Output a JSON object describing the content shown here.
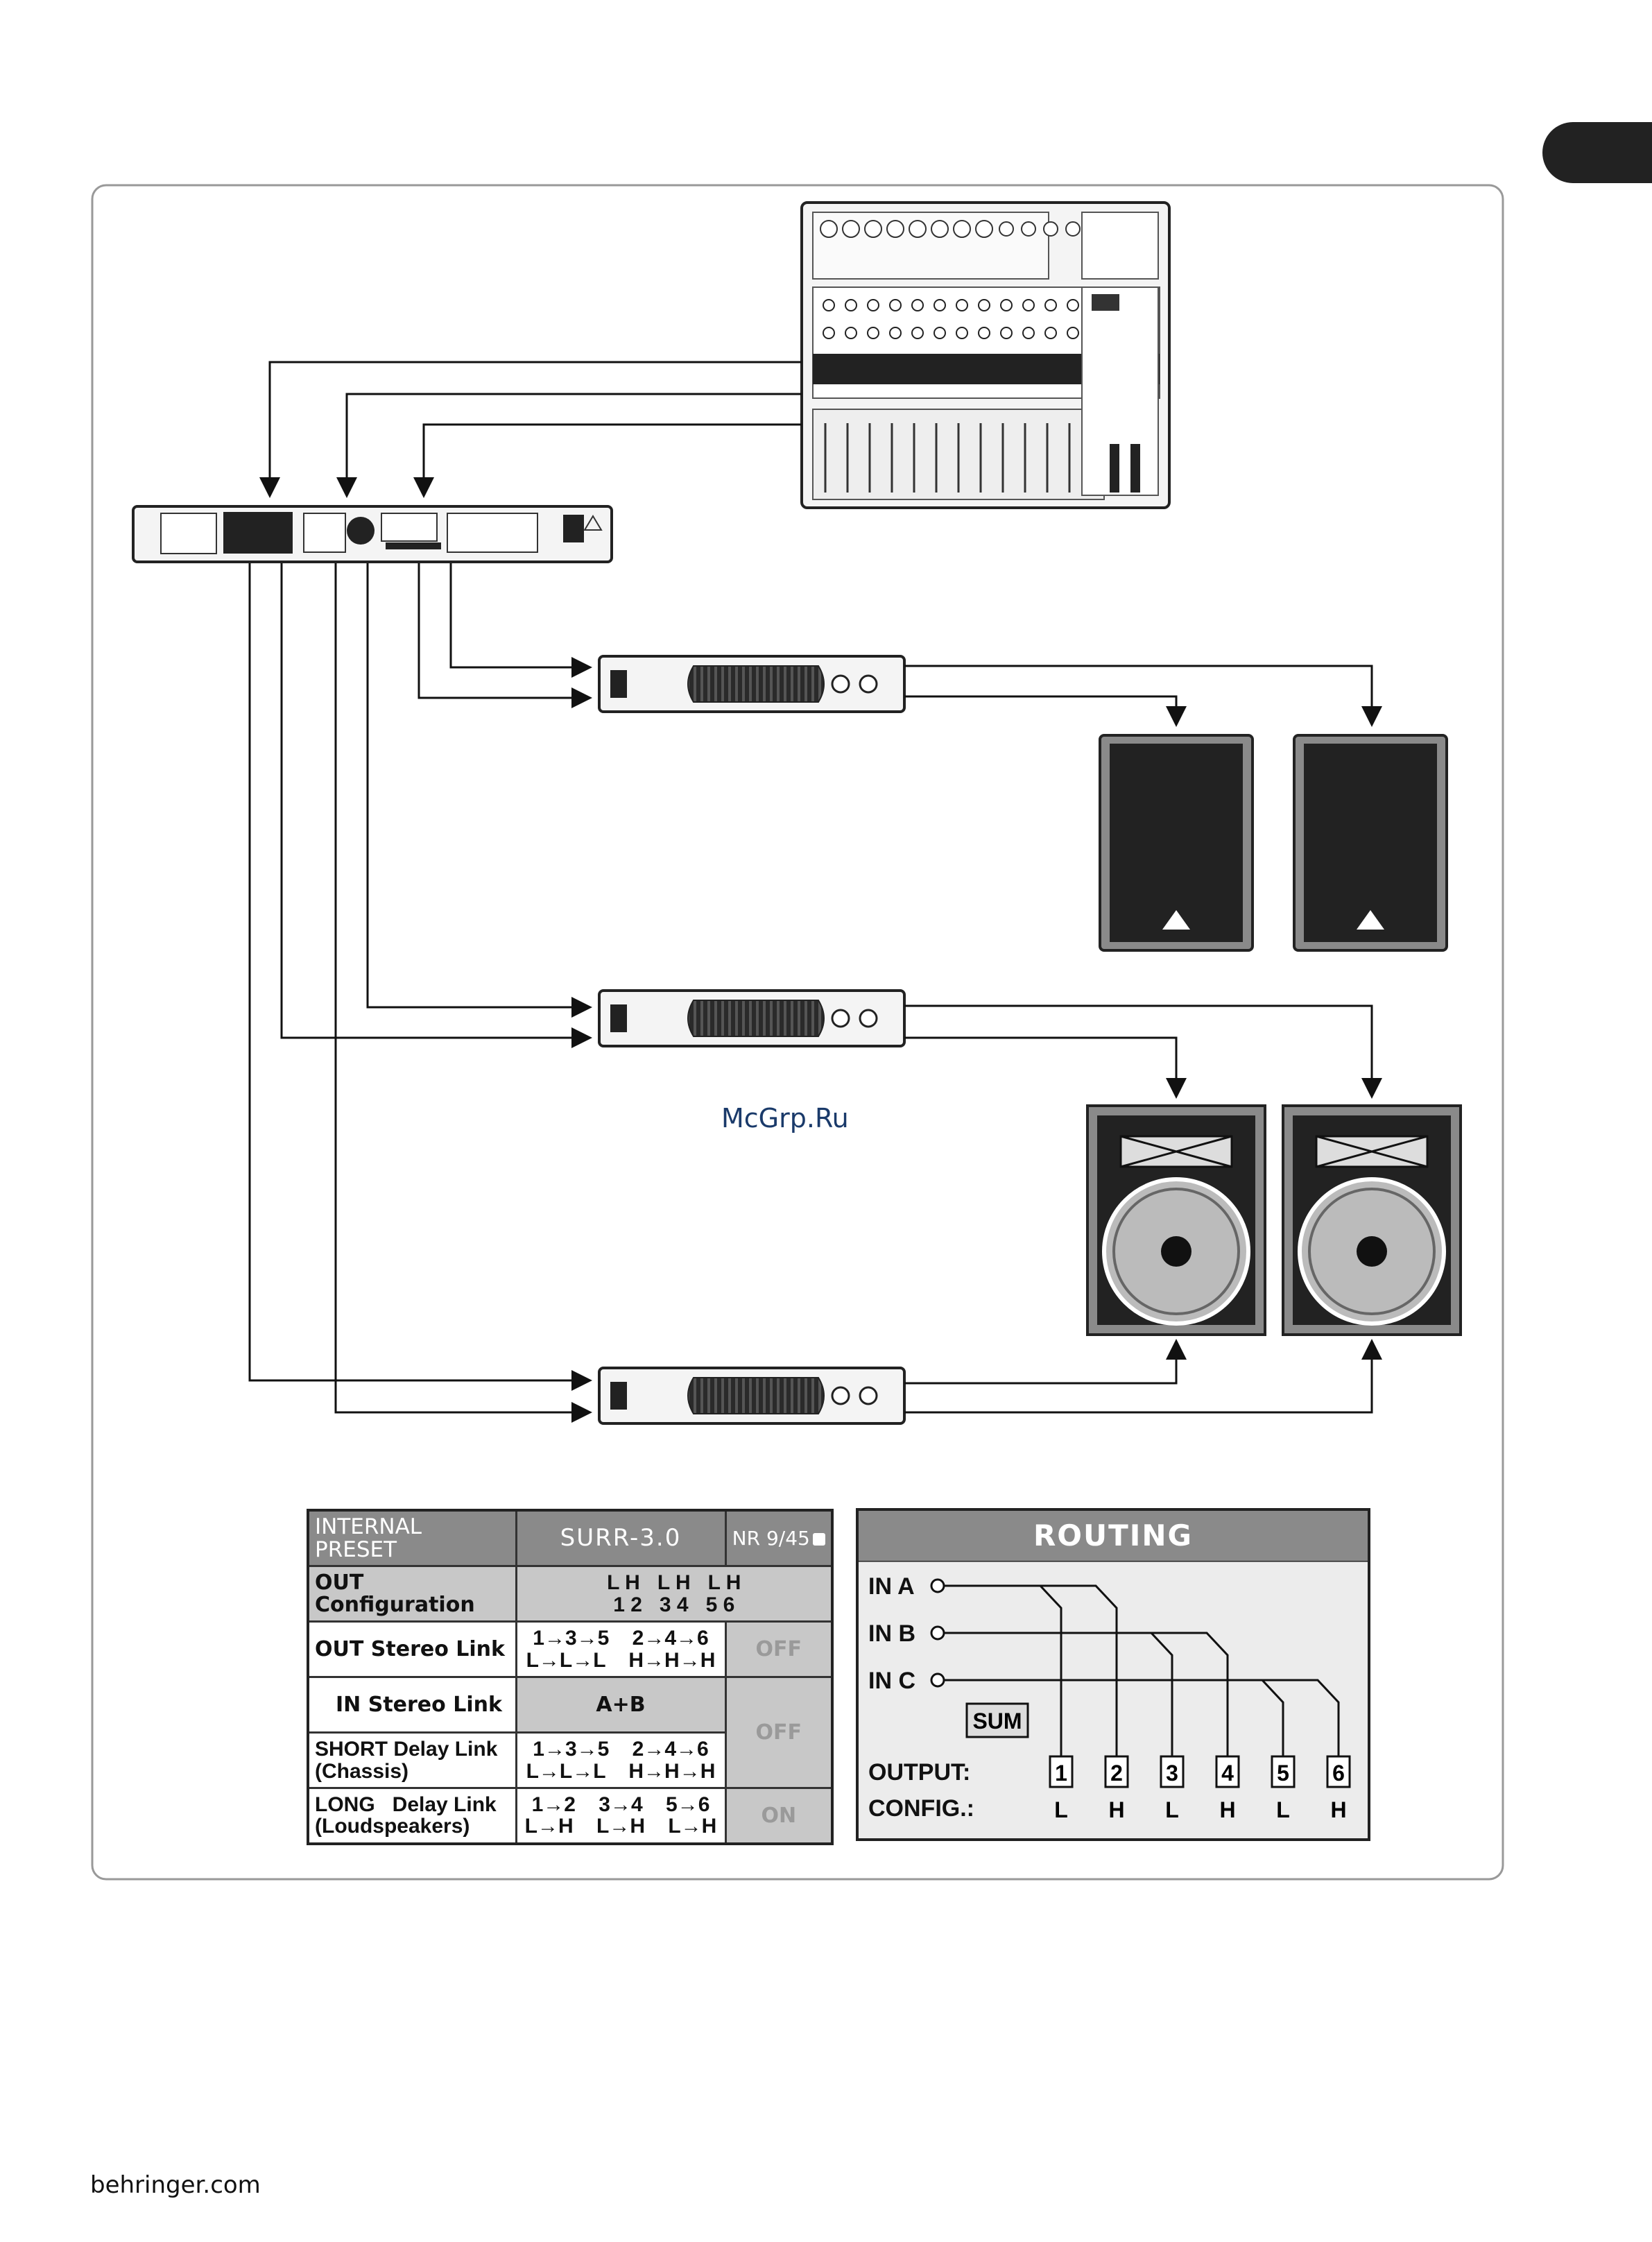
{
  "footer": {
    "website": "behringer.com"
  },
  "watermark": "McGrp.Ru",
  "preset_table": {
    "header": {
      "label": "INTERNAL PRESET",
      "value": "SURR-3.0",
      "nr": "NR 9/45"
    },
    "rows": [
      {
        "label": "OUT Configuration",
        "value": "L H   L H   L H\n1 2   3 4   5 6"
      },
      {
        "label": "OUT Stereo Link",
        "value": "1→3→5    2→4→6\nL→L→L    H→H→H",
        "status": "OFF"
      },
      {
        "label": "IN Stereo Link",
        "value": "A+B"
      },
      {
        "label": "SHORT Delay Link\n(Chassis)",
        "value": "1→3→5    2→4→6\nL→L→L    H→H→H",
        "status": "OFF"
      },
      {
        "label": "LONG   Delay Link\n(Loudspeakers)",
        "value": "1→2    3→4    5→6\nL→H    L→H    L→H",
        "status": "ON"
      }
    ]
  },
  "routing": {
    "title": "ROUTING",
    "inputs": [
      "IN A",
      "IN B",
      "IN C"
    ],
    "sum_label": "SUM",
    "output_label": "OUTPUT:",
    "config_label": "CONFIG.:",
    "outputs": [
      "1",
      "2",
      "3",
      "4",
      "5",
      "6"
    ],
    "configs": [
      "L",
      "H",
      "L",
      "H",
      "L",
      "H"
    ]
  }
}
